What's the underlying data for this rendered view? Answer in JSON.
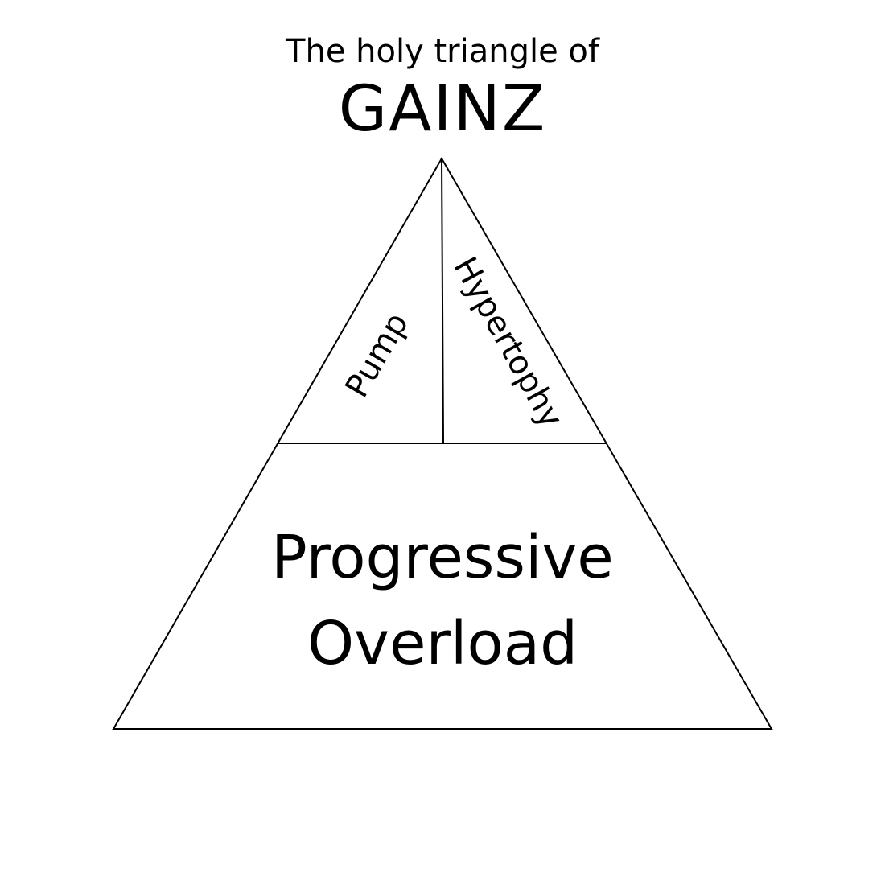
{
  "title": {
    "line1": "The holy triangle of",
    "line2": "GAINZ"
  },
  "sections": {
    "top_left": "Pump",
    "top_right": "Hypertophy",
    "bottom_line1": "Progressive",
    "bottom_line2": "Overload"
  },
  "colors": {
    "stroke": "#000000",
    "background": "#ffffff"
  }
}
